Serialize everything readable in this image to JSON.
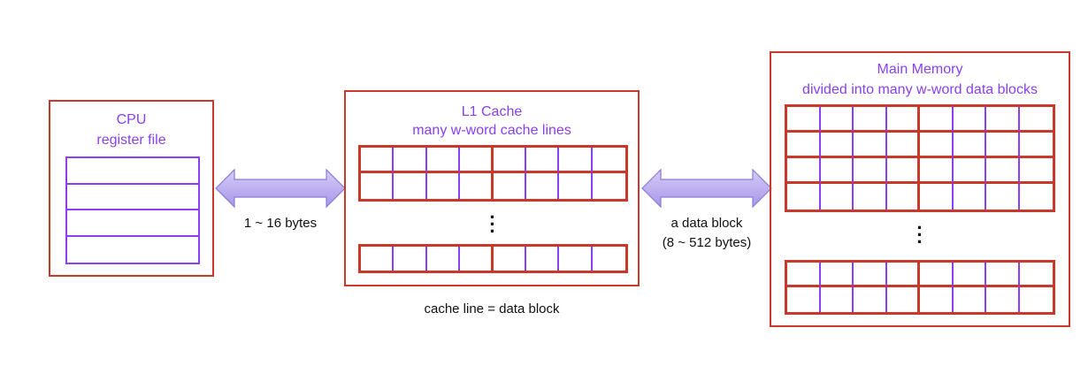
{
  "cpu": {
    "title": "CPU",
    "subtitle": "register file"
  },
  "cache": {
    "title": "L1 Cache",
    "subtitle": "many w-word cache lines"
  },
  "memory": {
    "title": "Main Memory",
    "subtitle": "divided into many w-word data blocks"
  },
  "arrow_left": {
    "label": "1 ~ 16 bytes"
  },
  "arrow_right": {
    "label_line1": "a data block",
    "label_line2": "(8 ~ 512 bytes)"
  },
  "caption": "cache line = data block",
  "colors": {
    "box_border": "#c8392b",
    "word_divider": "#8a3ff0",
    "arrow_fill": "#b9a9ef",
    "arrow_stroke": "#8c7bd6",
    "title_text": "#8a3ff0"
  }
}
